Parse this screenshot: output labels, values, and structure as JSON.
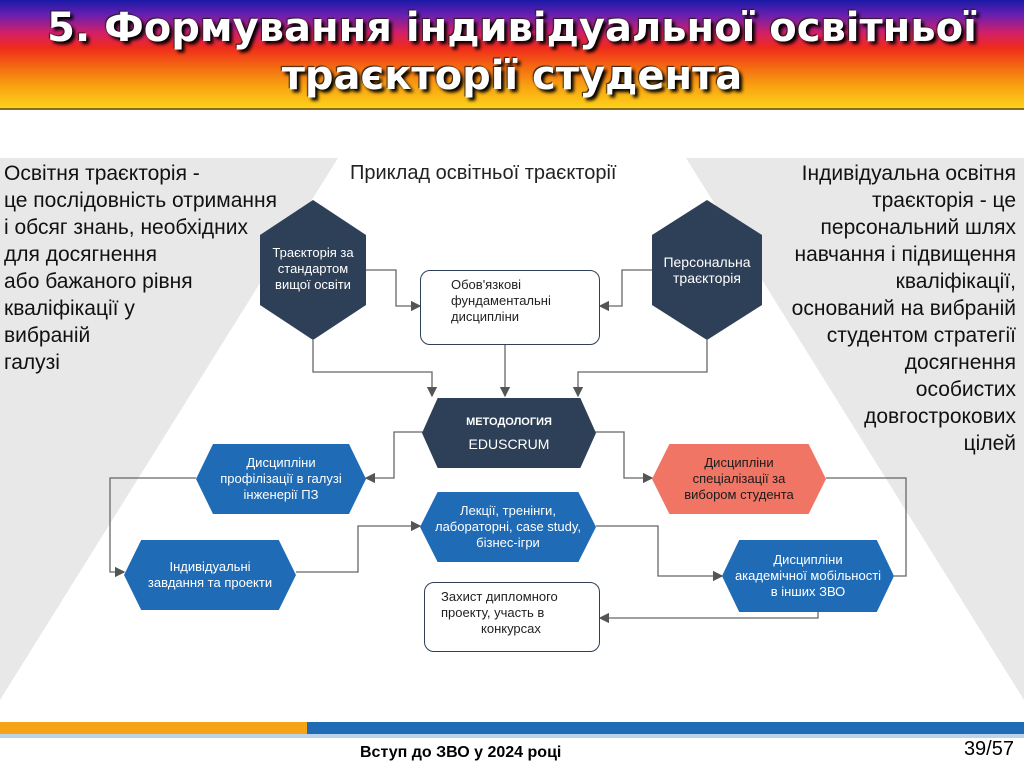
{
  "title": {
    "line1": "5. Формування індивідуальної освітньої",
    "line2": "траєкторії студента"
  },
  "left_definition": [
    "Освітня траєкторія -",
    "це послідовність отримання",
    "і обсяг знань, необхідних",
    "для досягнення",
    "або бажаного рівня",
    "кваліфікації у",
    "вибраній",
    "галузі"
  ],
  "right_definition": [
    "Індивідуальна освітня",
    "траєкторія - це",
    "персональний шлях",
    "навчання і підвищення",
    "кваліфікації,",
    "оснований на вибраній",
    "студентом стратегії",
    "досягнення",
    "особистих",
    "довгострокових",
    "цілей"
  ],
  "diagram": {
    "heading": "Приклад освітньої траєкторії",
    "standard_trajectory": [
      "Траєкторія за",
      "стандартом",
      "вищої освіти"
    ],
    "personal_trajectory": [
      "Персональна",
      "траєкторія"
    ],
    "mandatory_disciplines": [
      "Обов'язкові",
      "фундаментальні",
      "дисципліни"
    ],
    "methodology": {
      "label": "МЕТОДОЛОГИЯ",
      "name": "EDUSCRUM"
    },
    "profiling_disciplines": [
      "Дисципліни",
      "профілізації в галузі",
      "інженерії ПЗ"
    ],
    "specialization_disciplines": [
      "Дисципліни",
      "спеціалізації за",
      "вибором студента"
    ],
    "lectures": [
      "Лекції, тренінги,",
      "лабораторні, case study,",
      "бізнес-ігри"
    ],
    "individual_tasks": [
      "Індивідуальні",
      "завдання та проекти"
    ],
    "academic_mobility": [
      "Дисципліни",
      "академічної мобільності",
      "в інших ЗВО"
    ],
    "thesis_defense": [
      "Захист дипломного",
      "проекту, участь в",
      "конкурсах"
    ]
  },
  "footer": {
    "caption": "Вступ до ЗВО у 2024 році",
    "page": "39/57"
  },
  "colors": {
    "dark_node": "#2e4057",
    "blue_node": "#1f6bb5",
    "red_node": "#f07564",
    "background_shape": "#e8e8e8"
  }
}
